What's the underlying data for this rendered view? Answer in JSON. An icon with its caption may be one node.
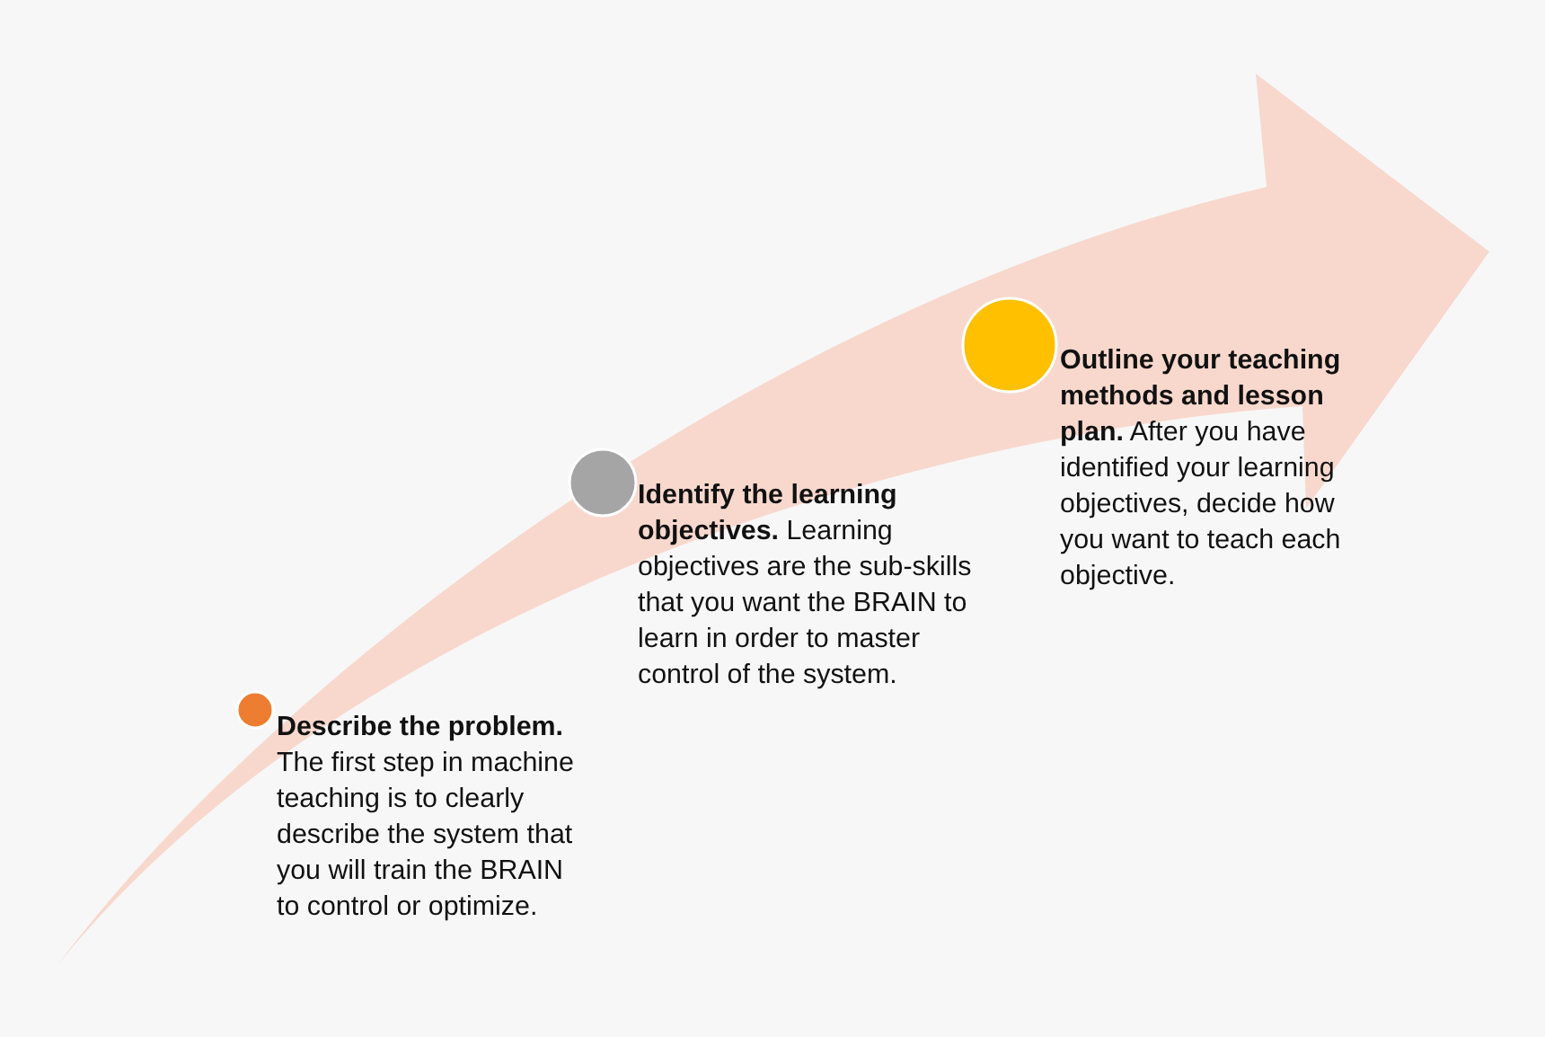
{
  "diagram": {
    "nodes": [
      {
        "text": [],
        "shape": "circle",
        "beside": [
          "**Describe the problem.** The first step in machine teaching is to clearly describe the system that you will train the BRAIN to control or optimize."
        ]
      },
      {
        "text": [],
        "shape": "circle",
        "beside": [
          "**Identify the learning objectives.** Learning objectives are the sub-skills that you want the BRAIN to learn in order to master control of the system."
        ]
      },
      {
        "text": [],
        "shape": "circle",
        "beside": [
          "**Outline your teaching methods and lesson plan.** After you have identified your learning objectives, decide how you want to teach each objective."
        ]
      }
    ]
  }
}
